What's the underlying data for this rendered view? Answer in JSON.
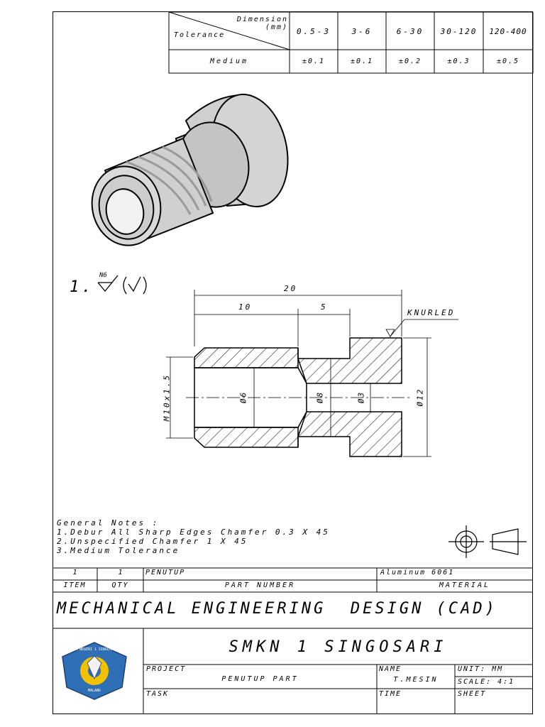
{
  "tolerance_table": {
    "header_dimension": "Dimension (mm)",
    "header_tolerance": "Tolerance",
    "ranges": [
      "0.5-3",
      "3-6",
      "6-30",
      "30-120",
      "120-400"
    ],
    "row_label": "Medium",
    "values": [
      "±0.1",
      "±0.1",
      "±0.2",
      "±0.3",
      "±0.5"
    ]
  },
  "surface_finish": {
    "index": "1.",
    "roughness": "N6"
  },
  "dimensions": {
    "overall": "20",
    "left_len": "10",
    "mid_len": "5",
    "thread": "M10x1.5",
    "bore": "Ø6",
    "mid_dia": "Ø8",
    "small_bore": "Ø3",
    "outer_dia": "Ø12",
    "knurled": "KNURLED"
  },
  "notes": {
    "title": "General Notes :",
    "items": [
      "1.Debur All Sharp Edges Chamfer 0.3 X 45",
      "2.Unspecified Chamfer 1 X 45",
      "3.Medium Tolerance"
    ]
  },
  "parts_list": {
    "item": "1",
    "qty": "1",
    "part_number": "PENUTUP",
    "material": "Aluminum 6061",
    "header_item": "ITEM",
    "header_qty": "QTY",
    "header_part": "PART NUMBER",
    "header_material": "MATERIAL"
  },
  "title_block": {
    "title": "MECHANICAL ENGINEERING  DESIGN (CAD)",
    "school": "SMKN 1 SINGOSARI",
    "project_label": "PROJECT",
    "project_value": "PENUTUP PART",
    "task_label": "TASK",
    "name_label": "NAME",
    "name_value": "T.MESIN",
    "unit": "UNIT: MM",
    "scale": "SCALE: 4:1",
    "time_label": "TIME",
    "sheet_label": "SHEET",
    "logo_text_top": "SMK NEGERI 1 SINGOSARI",
    "logo_text_bottom": "MALANG"
  },
  "colors": {
    "line": "#000000",
    "part_fill": "#d9d9d9",
    "logo_blue": "#2f6fb6",
    "logo_yellow": "#f2c200"
  }
}
